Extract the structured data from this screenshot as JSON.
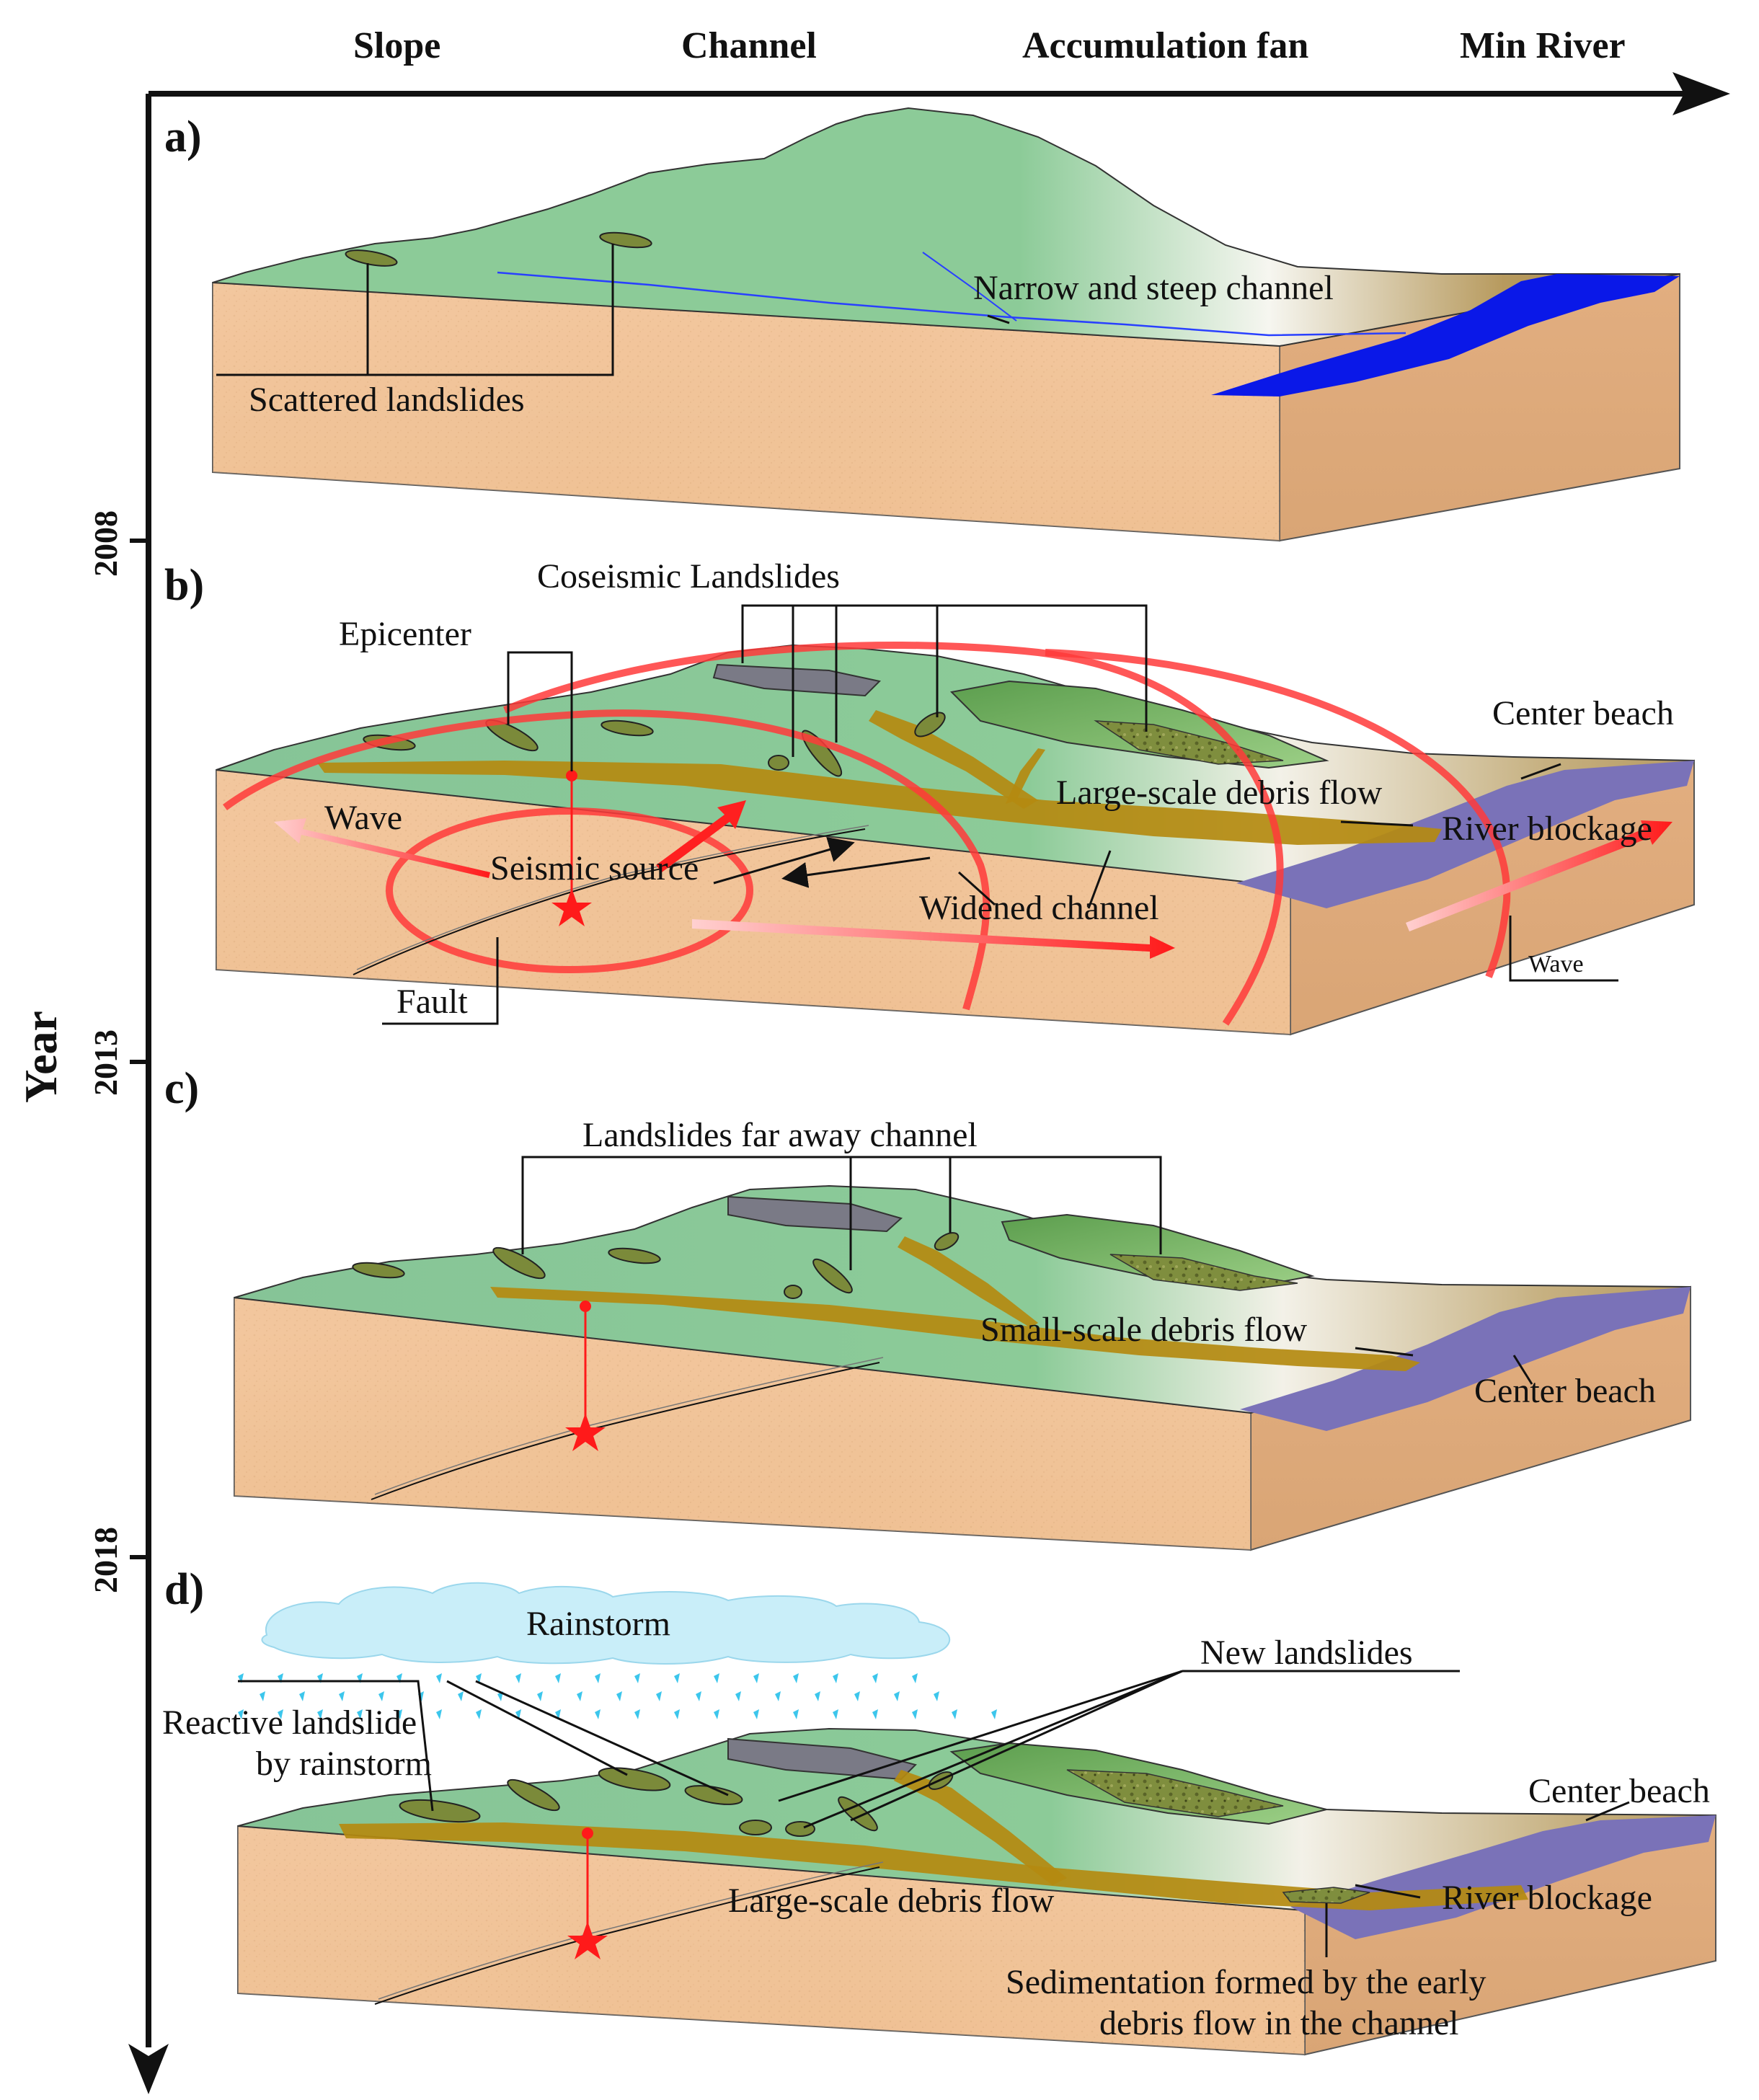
{
  "headers": [
    "Slope",
    "Channel",
    "Accumulation fan",
    "Min River"
  ],
  "axis": {
    "label": "Year",
    "ticks": [
      "2008",
      "2013",
      "2018"
    ]
  },
  "panels": {
    "a": {
      "label": "a)",
      "annotations": {
        "channel": "Narrow and steep channel",
        "landslides": "Scattered landslides"
      }
    },
    "b": {
      "label": "b)",
      "annotations": {
        "coseismic": "Coseismic Landslides",
        "epicenter": "Epicenter",
        "center_beach": "Center beach",
        "debris": "Large-scale debris flow",
        "blockage": "River blockage",
        "wave_left": "Wave",
        "seismic_source": "Seismic source",
        "widened": "Widened channel",
        "wave_right": "Wave",
        "fault": "Fault"
      }
    },
    "c": {
      "label": "c)",
      "annotations": {
        "far_away": "Landslides far away channel",
        "small_debris": "Small-scale debris flow",
        "center_beach": "Center beach"
      }
    },
    "d": {
      "label": "d)",
      "annotations": {
        "rainstorm": "Rainstorm",
        "new_landslides": "New landslides",
        "reactive_1": "Reactive landslide",
        "reactive_2": "by rainstorm",
        "center_beach": "Center beach",
        "debris": "Large-scale debris flow",
        "blockage": "River blockage",
        "sedimentation_1": "Sedimentation formed by the early",
        "sedimentation_2": "debris flow in the channel"
      }
    }
  },
  "colors": {
    "terrain_green": "#8cc79a",
    "sand": "#f1c49a",
    "river_blue": "#0a18e8",
    "river_purple": "#7a72b8",
    "debris_brown": "#b48a10",
    "seismic_red": "#ff2020",
    "rain_cyan": "#3cc6ec"
  }
}
